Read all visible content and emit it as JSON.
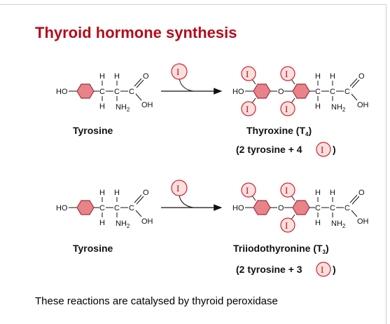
{
  "title": "Thyroid hormone synthesis",
  "footnote": "These reactions are catalysed by thyroid peroxidase",
  "iodine_symbol": "I",
  "atoms": {
    "hydroxyl": "HO",
    "hydrogen": "H",
    "carbon": "C",
    "oxygen": "O",
    "amine_base": "NH",
    "amine_sub": "2",
    "carboxyl_oh": "OH"
  },
  "reactions": [
    {
      "reactant_label": "Tyrosine",
      "product_name": "Thyroxine (T",
      "product_sub": "4",
      "product_close": ")",
      "note_prefix": "(2 tyrosine + 4",
      "note_suffix": ")"
    },
    {
      "reactant_label": "Tyrosine",
      "product_name": "Triiodothyronine (T",
      "product_sub": "3",
      "product_close": ")",
      "note_prefix": "(2 tyrosine + 3",
      "note_suffix": ")"
    }
  ],
  "colors": {
    "title": "#b30d1c",
    "ring_fill": "#e8838a",
    "ring_stroke": "#a0303a",
    "iodine_fill": "#fbe0de",
    "iodine_stroke": "#d2202f",
    "bond": "#111111"
  }
}
